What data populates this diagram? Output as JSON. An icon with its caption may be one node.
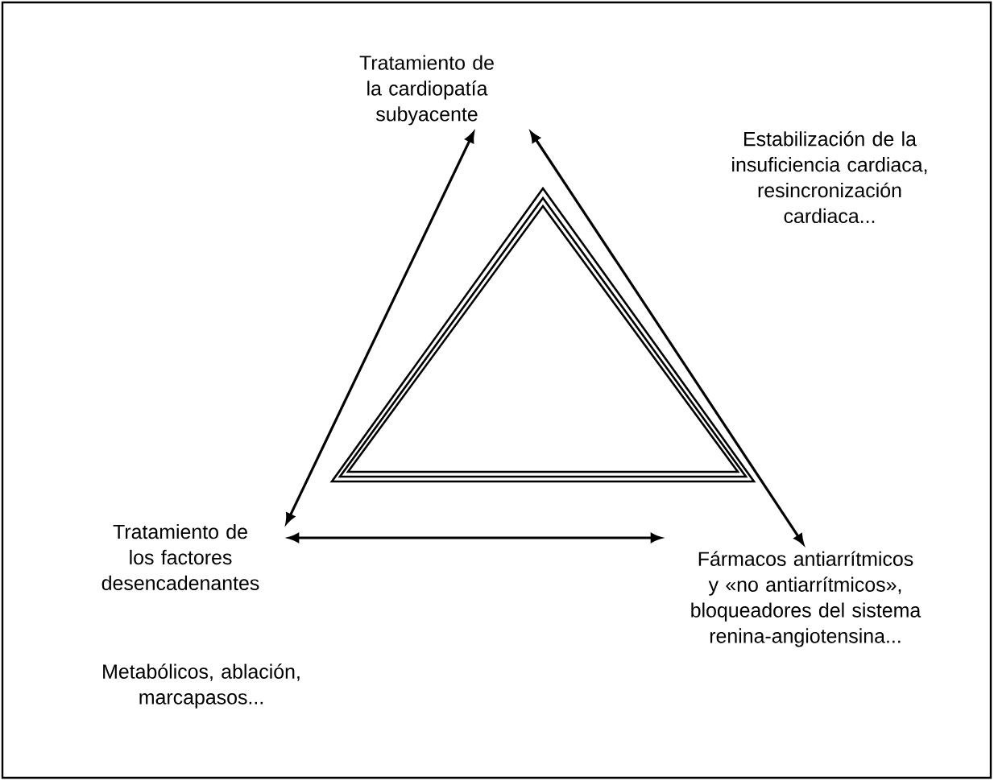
{
  "diagram": {
    "nodes": [
      {
        "text": [
          "Tratamiento de la cardiopatía subyacente"
        ]
      },
      {
        "text": [
          "Tratamiento de los factores desencadenantes"
        ],
        "beside": [
          "Metabólicos, ablación, marcapasos..."
        ]
      },
      {
        "text": [
          "Fármacos antiarrítmicos y «no antiarrítmicos», bloqueadores del sistema renina-angiotensina..."
        ]
      }
    ],
    "edges": [
      {
        "from": 1,
        "to": 0,
        "arrow": "both"
      },
      {
        "from": 0,
        "to": 2,
        "arrow": "both"
      },
      {
        "from": 1,
        "to": 2,
        "arrow": "both"
      }
    ],
    "labels": [
      "Estabilización de la insuficiencia cardiaca, resincronización cardiaca..."
    ]
  }
}
